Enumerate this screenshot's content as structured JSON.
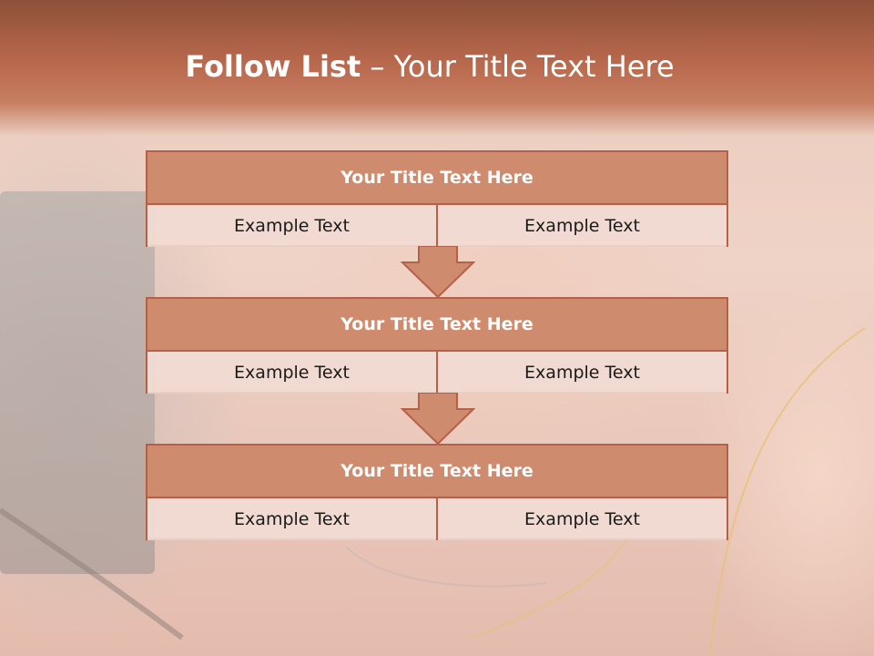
{
  "header": {
    "title_bold": "Follow List",
    "title_rest": " – Your Title Text Here"
  },
  "blocks": [
    {
      "title": "Your Title Text Here",
      "left": "Example Text",
      "right": "Example Text"
    },
    {
      "title": "Your Title Text Here",
      "left": "Example Text",
      "right": "Example Text"
    },
    {
      "title": "Your Title Text Here",
      "left": "Example Text",
      "right": "Example Text"
    }
  ],
  "colors": {
    "header": "#b8684c",
    "block_head": "#cf8b6e",
    "border": "#b5614a",
    "cell": "#f0dad2"
  }
}
